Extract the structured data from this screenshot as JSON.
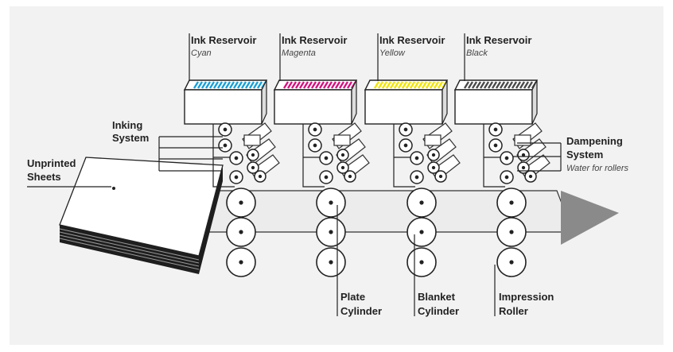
{
  "labels": {
    "ink_reservoir": "Ink Reservoir",
    "colors": [
      "Cyan",
      "Magenta",
      "Yellow",
      "Black"
    ],
    "inking_line1": "Inking",
    "inking_line2": "System",
    "unprinted_line1": "Unprinted",
    "unprinted_line2": "Sheets",
    "dampening_line1": "Dampening",
    "dampening_line2": "System",
    "dampening_note": "Water for rollers",
    "plate_line1": "Plate",
    "plate_line2": "Cylinder",
    "blanket_line1": "Blanket",
    "blanket_line2": "Cylinder",
    "impression_line1": "Impression",
    "impression_line2": "Roller"
  },
  "ink_colors": [
    "#1a9fd6",
    "#d4137f",
    "#f2e400",
    "#4a4a4a"
  ]
}
